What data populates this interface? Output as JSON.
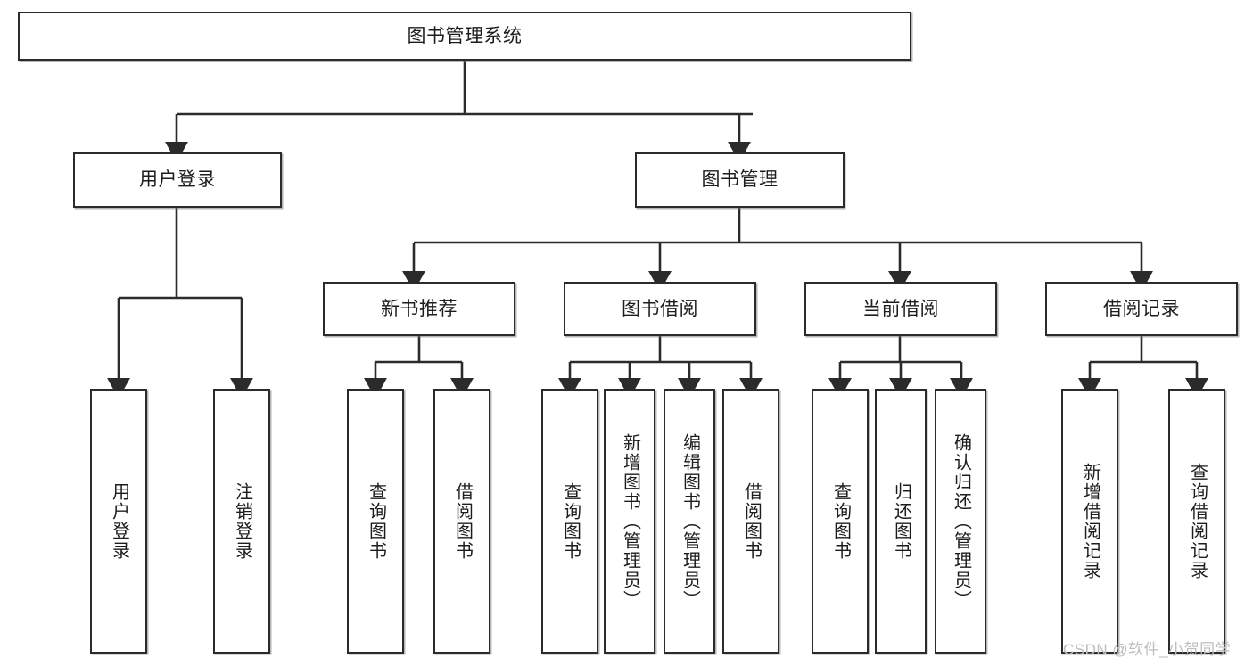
{
  "diagram": {
    "type": "hierarchy-tree",
    "title": "图书管理系统",
    "levels": 4,
    "line_color": "#2b2b2b",
    "box_fill": "#ffffff",
    "text_color": "#1d1d1d"
  },
  "nodes": {
    "root": {
      "label": "图书管理系统"
    },
    "level2": [
      {
        "label": "用户登录"
      },
      {
        "label": "图书管理"
      }
    ],
    "level3": [
      {
        "label": "新书推荐"
      },
      {
        "label": "图书借阅"
      },
      {
        "label": "当前借阅"
      },
      {
        "label": "借阅记录"
      }
    ],
    "leaves_user_login": [
      {
        "label": "用户登录"
      },
      {
        "label": "注销登录"
      }
    ],
    "leaves_new_book": [
      {
        "label": "查询图书"
      },
      {
        "label": "借阅图书"
      }
    ],
    "leaves_borrow": [
      {
        "label": "查询图书"
      },
      {
        "label": "新增图书（管理员）"
      },
      {
        "label": "编辑图书（管理员）"
      },
      {
        "label": "借阅图书"
      }
    ],
    "leaves_current": [
      {
        "label": "查询图书"
      },
      {
        "label": "归还图书"
      },
      {
        "label": "确认归还（管理员）"
      }
    ],
    "leaves_records": [
      {
        "label": "新增借阅记录"
      },
      {
        "label": "查询借阅记录"
      }
    ]
  },
  "watermark": {
    "text": "CSDN @软件_小贺同学"
  }
}
